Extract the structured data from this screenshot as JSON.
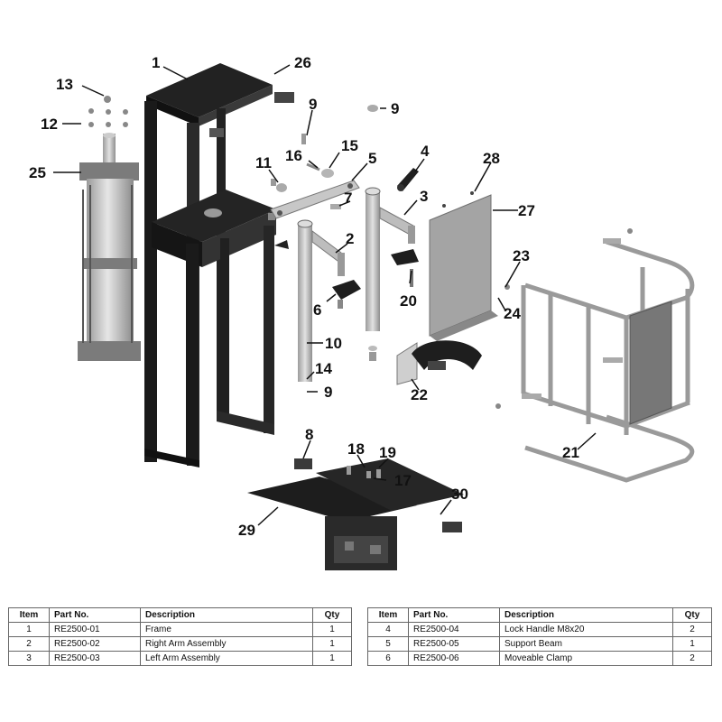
{
  "callouts": {
    "c1": "1",
    "c2": "2",
    "c3": "3",
    "c4": "4",
    "c5": "5",
    "c6": "6",
    "c7": "7",
    "c8": "8",
    "c9a": "9",
    "c9b": "9",
    "c9c": "9",
    "c10": "10",
    "c11": "11",
    "c12": "12",
    "c13": "13",
    "c14": "14",
    "c15": "15",
    "c16": "16",
    "c17": "17",
    "c18": "18",
    "c19": "19",
    "c20": "20",
    "c21": "21",
    "c22": "22",
    "c23": "23",
    "c24": "24",
    "c25": "25",
    "c26": "26",
    "c27": "27",
    "c28": "28",
    "c29": "29",
    "c30": "30"
  },
  "table_headers": {
    "item": "Item",
    "part_no": "Part No.",
    "description": "Description",
    "qty": "Qty"
  },
  "parts_left": [
    {
      "item": "1",
      "part_no": "RE2500-01",
      "description": "Frame",
      "qty": "1"
    },
    {
      "item": "2",
      "part_no": "RE2500-02",
      "description": "Right Arm Assembly",
      "qty": "1"
    },
    {
      "item": "3",
      "part_no": "RE2500-03",
      "description": "Left Arm Assembly",
      "qty": "1"
    }
  ],
  "parts_right": [
    {
      "item": "4",
      "part_no": "RE2500-04",
      "description": "Lock Handle M8x20",
      "qty": "2"
    },
    {
      "item": "5",
      "part_no": "RE2500-05",
      "description": "Support Beam",
      "qty": "1"
    },
    {
      "item": "6",
      "part_no": "RE2500-06",
      "description": "Moveable Clamp",
      "qty": "2"
    }
  ]
}
